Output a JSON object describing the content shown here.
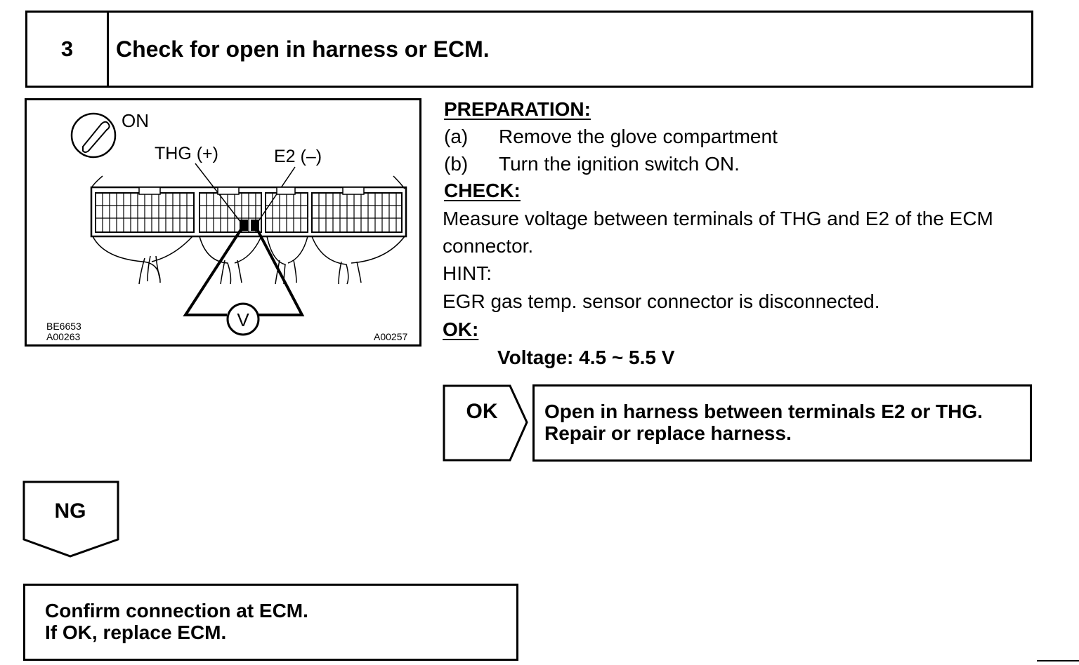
{
  "step": {
    "number": "3",
    "title": "Check for open in harness or ECM."
  },
  "figure": {
    "ignition_label": "ON",
    "thg_label": "THG (+)",
    "e2_label": "E2 (–)",
    "meter_label": "V",
    "code_1": "BE6653",
    "code_2": "A00263",
    "code_3": "A00257",
    "icon": "ignition-key-icon"
  },
  "preparation": {
    "heading": "PREPARATION:",
    "steps": [
      {
        "marker": "(a)",
        "text": "Remove the glove compartment"
      },
      {
        "marker": "(b)",
        "text": "Turn the ignition switch ON."
      }
    ]
  },
  "check": {
    "heading": "CHECK:",
    "line_1": "Measure voltage between terminals of THG and E2 of the ECM",
    "line_2": "connector.",
    "hint_label": "HINT:",
    "hint_text": "EGR gas temp. sensor connector is disconnected."
  },
  "ok_spec": {
    "heading": "OK:",
    "value": "Voltage: 4.5 ~ 5.5 V"
  },
  "ok_branch": {
    "label": "OK",
    "line_1": "Open in harness between terminals E2 or THG.",
    "line_2": "Repair or replace harness."
  },
  "ng_branch": {
    "label": "NG",
    "line_1": "Confirm connection at ECM.",
    "line_2": "If OK, replace ECM."
  },
  "colors": {
    "ink": "#000000",
    "paper": "#ffffff"
  }
}
